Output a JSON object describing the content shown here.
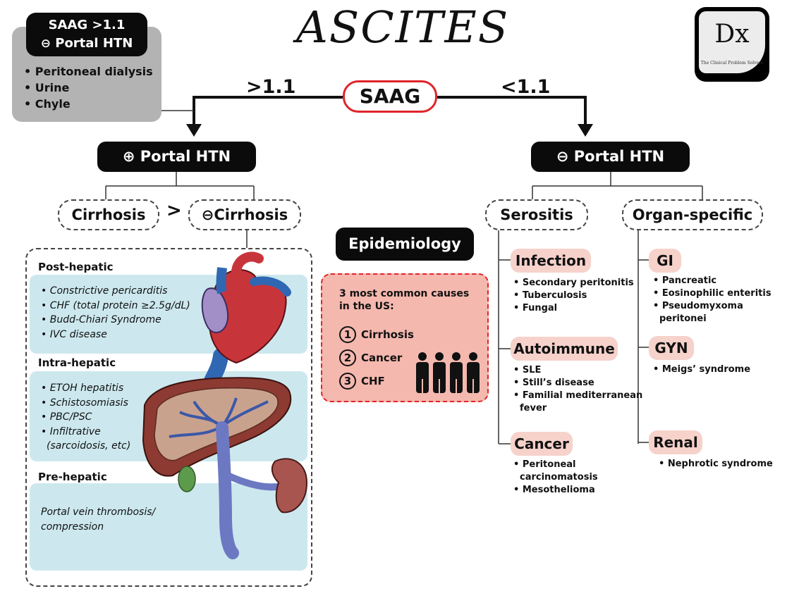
{
  "title": "ASCITES",
  "logo": {
    "mark": "Dx",
    "subtitle": "The Clinical Problem Solvers"
  },
  "top_left": {
    "pill_line1": "SAAG >1.1",
    "pill_line2": "Portal HTN",
    "items": [
      "Peritoneal dialysis",
      "Urine",
      "Chyle"
    ]
  },
  "saag": {
    "label": "SAAG",
    "left_branch": ">1.1",
    "right_branch": "<1.1"
  },
  "left": {
    "portal_label": "Portal HTN",
    "cirrhosis": "Cirrhosis",
    "gt": ">",
    "non_cirrhosis": "Cirrhosis",
    "post_hepatic": {
      "title": "Post-hepatic",
      "items": [
        "Constrictive pericarditis",
        "CHF (total protein ≥2.5g/dL)",
        "Budd-Chiari Syndrome",
        "IVC disease"
      ]
    },
    "intra_hepatic": {
      "title": "Intra-hepatic",
      "items": [
        "ETOH hepatitis",
        "Schistosomiasis",
        "PBC/PSC",
        "Infiltrative",
        "(sarcoidosis, etc)"
      ]
    },
    "pre_hepatic": {
      "title": "Pre-hepatic",
      "items": [
        "Portal vein thrombosis/",
        "compression"
      ]
    }
  },
  "epidemiology": {
    "title": "Epidemiology",
    "intro_line1": "3 most common causes",
    "intro_line2": "in the US:",
    "causes": [
      {
        "n": "1",
        "label": "Cirrhosis"
      },
      {
        "n": "2",
        "label": "Cancer"
      },
      {
        "n": "3",
        "label": "CHF"
      }
    ]
  },
  "right": {
    "portal_label": "Portal HTN",
    "serositis": {
      "title": "Serositis",
      "infection": {
        "title": "Infection",
        "items": [
          "Secondary peritonitis",
          "Tuberculosis",
          "Fungal"
        ]
      },
      "autoimmune": {
        "title": "Autoimmune",
        "items": [
          "SLE",
          "Still’s disease",
          "Familial mediterranean",
          "fever"
        ]
      },
      "cancer": {
        "title": "Cancer",
        "items": [
          "Peritoneal",
          "carcinomatosis",
          "Mesothelioma"
        ]
      }
    },
    "organ": {
      "title": "Organ-specific",
      "gi": {
        "title": "GI",
        "items": [
          "Pancreatic",
          "Eosinophilic enteritis",
          "Pseudomyxoma",
          "peritonei"
        ]
      },
      "gyn": {
        "title": "GYN",
        "items": [
          "Meigs’ syndrome"
        ]
      },
      "renal": {
        "title": "Renal",
        "items": [
          "Nephrotic syndrome"
        ]
      }
    }
  }
}
